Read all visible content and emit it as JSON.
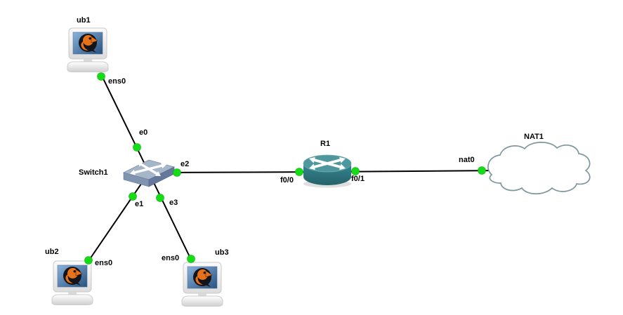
{
  "app": {
    "name": "network-topology-canvas"
  },
  "diagram": {
    "type": "network-topology",
    "nodes": [
      {
        "id": "ub1",
        "label": "ub1",
        "type": "qemu-vm",
        "icon": "laptop-qemu-icon"
      },
      {
        "id": "ub2",
        "label": "ub2",
        "type": "qemu-vm",
        "icon": "laptop-qemu-icon"
      },
      {
        "id": "ub3",
        "label": "ub3",
        "type": "qemu-vm",
        "icon": "laptop-qemu-icon"
      },
      {
        "id": "Switch1",
        "label": "Switch1",
        "type": "ethernet-switch",
        "icon": "ethernet-switch-icon"
      },
      {
        "id": "R1",
        "label": "R1",
        "type": "router",
        "icon": "router-icon"
      },
      {
        "id": "NAT1",
        "label": "NAT1",
        "type": "nat-cloud",
        "icon": "cloud-icon"
      }
    ],
    "links": [
      {
        "from": "ub1",
        "from_port": "ens0",
        "to": "Switch1",
        "to_port": "e0",
        "status": "up"
      },
      {
        "from": "ub2",
        "from_port": "ens0",
        "to": "Switch1",
        "to_port": "e1",
        "status": "up"
      },
      {
        "from": "ub3",
        "from_port": "ens0",
        "to": "Switch1",
        "to_port": "e3",
        "status": "up"
      },
      {
        "from": "Switch1",
        "from_port": "e2",
        "to": "R1",
        "to_port": "f0/0",
        "status": "up"
      },
      {
        "from": "R1",
        "from_port": "f0/1",
        "to": "NAT1",
        "to_port": "nat0",
        "status": "up"
      }
    ],
    "colors": {
      "background": "#ffffff",
      "link_line": "#000000",
      "port_status_up": "#15dd15",
      "label_text": "#000000",
      "router_teal": "#2e7b82",
      "switch_blue_gray": "#8498b3",
      "cloud_outline": "#7e979c",
      "qemu_logo_orange": "#e8721a",
      "screen_blue": "#2e5d8f"
    }
  }
}
